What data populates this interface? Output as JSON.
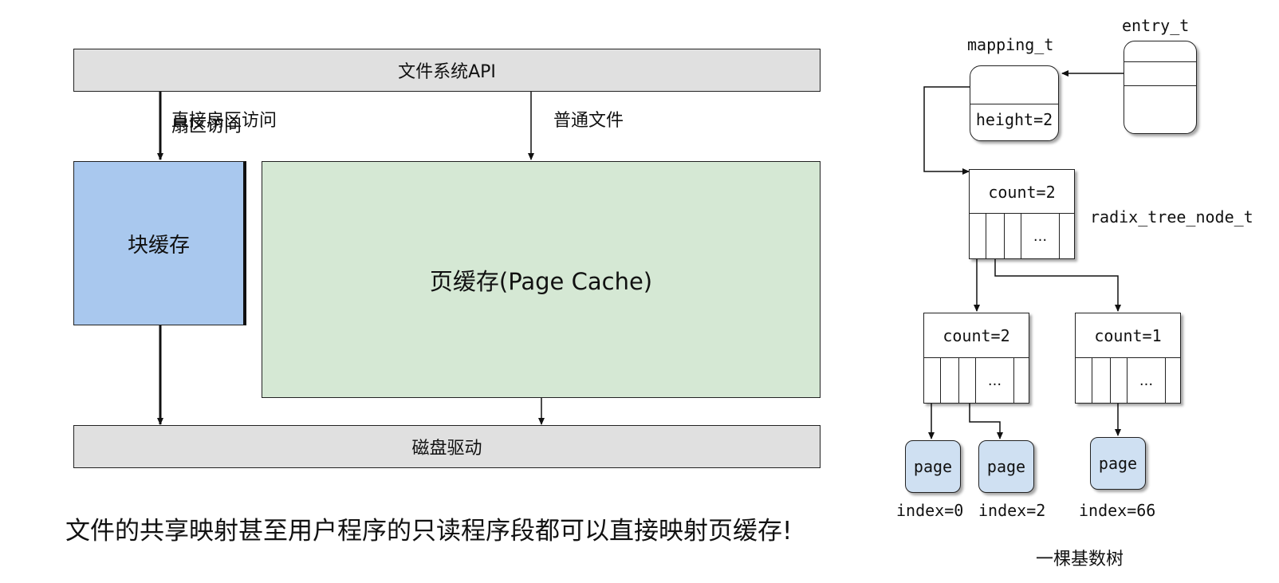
{
  "left": {
    "fs_api": "文件系统API",
    "direct_sector_label_a": "直接扇区访问",
    "direct_sector_label_b": "扇区访问",
    "normal_file_label": "普通文件",
    "block_cache": "块缓存",
    "page_cache": "页缓存(Page Cache)",
    "disk_driver": "磁盘驱动",
    "note": "文件的共享映射甚至用户程序的只读程序段都可以直接映射页缓存!"
  },
  "right": {
    "entry_label": "entry_t",
    "mapping_label": "mapping_t",
    "mapping_height": "height=2",
    "root_count": "count=2",
    "node_type_label": "radix_tree_node_t",
    "left_child_count": "count=2",
    "right_child_count": "count=1",
    "ellipsis": "...",
    "page_label": "page",
    "index_0": "index=0",
    "index_2": "index=2",
    "index_66": "index=66",
    "caption": "一棵基数树"
  },
  "colors": {
    "block_cache_fill": "#a9c8ee",
    "page_cache_fill": "#d5e8d4",
    "bar_fill": "#e0e0e0",
    "page_fill": "#cfe0f2"
  }
}
